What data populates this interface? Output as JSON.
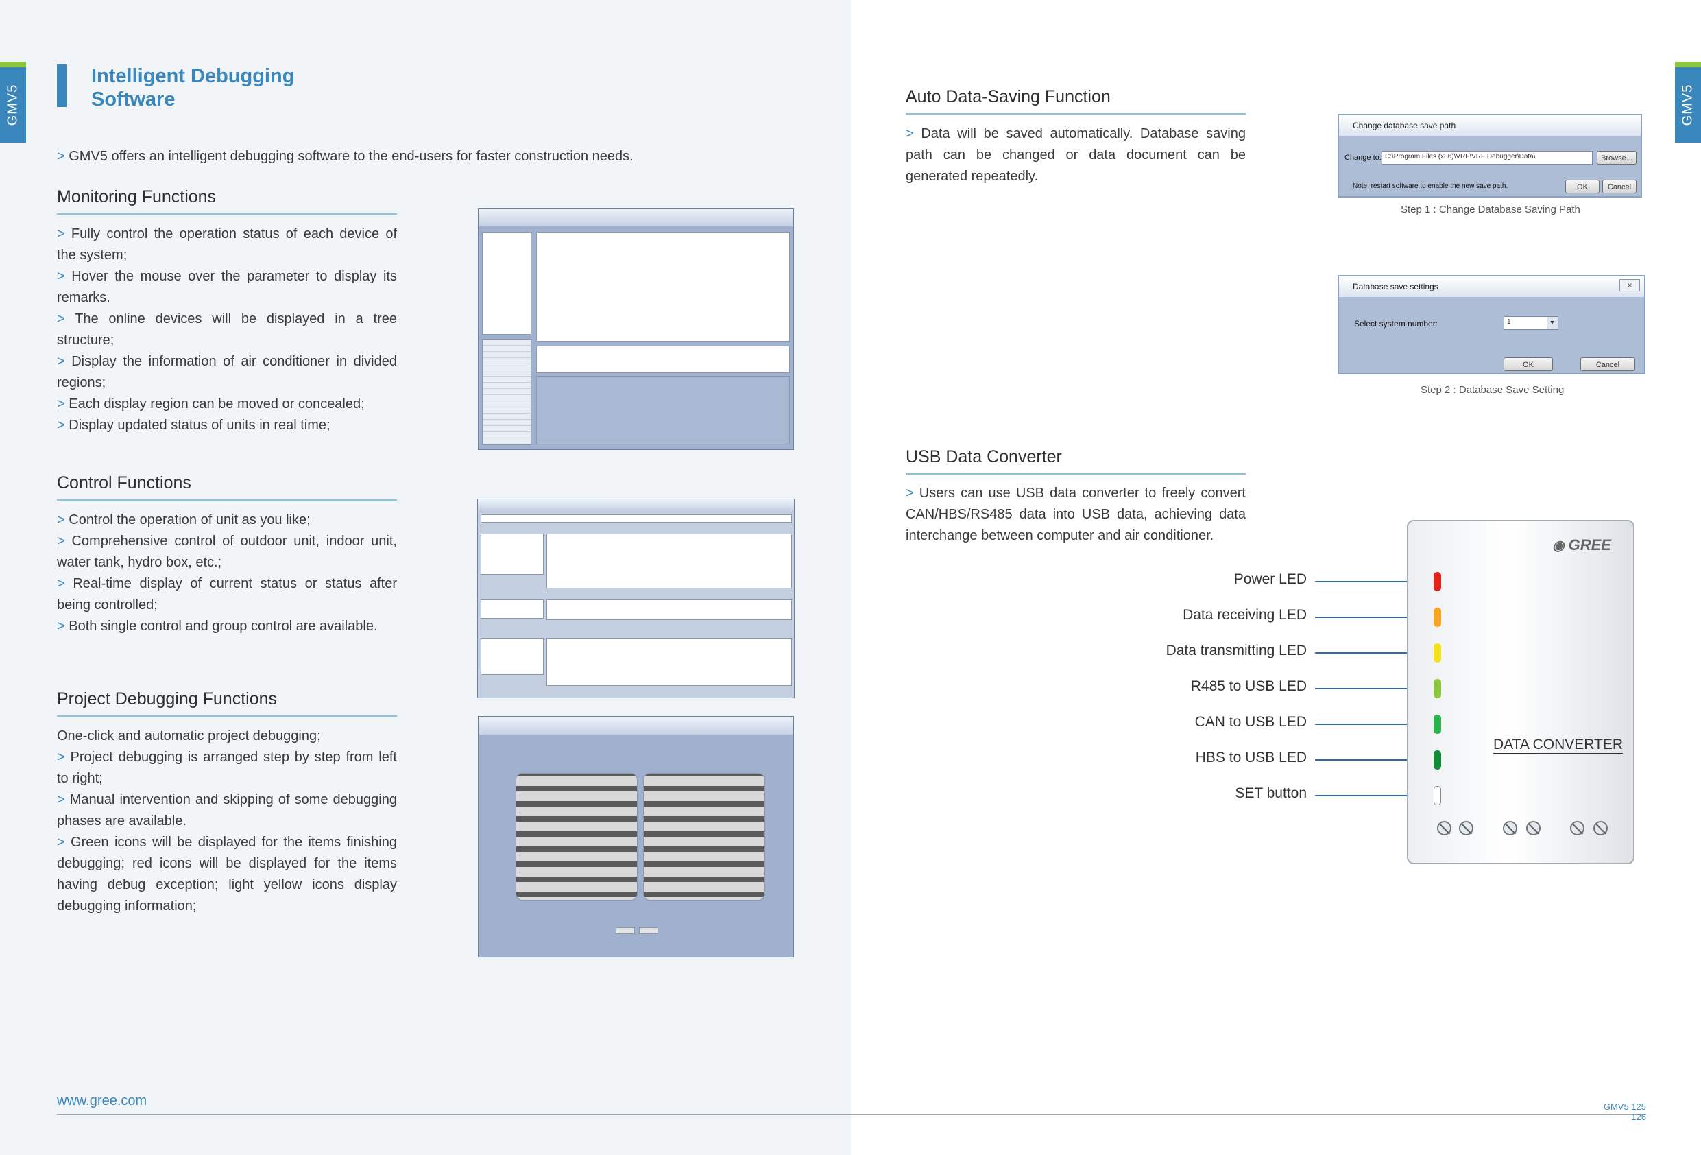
{
  "side_tab": "GMV5",
  "left": {
    "title_line1": "Intelligent Debugging",
    "title_line2": "Software",
    "intro": "GMV5 offers an intelligent debugging software to the end-users for faster construction needs.",
    "monitoring": {
      "title": "Monitoring Functions",
      "bullets": [
        "Fully control the operation status of each device of the system;",
        "Hover the mouse over the parameter to display its remarks.",
        "The online devices will be displayed in a tree structure;",
        "Display the information of air conditioner in divided regions;",
        "Each display region can be moved or concealed;",
        "Display updated status of units in real time;"
      ]
    },
    "control": {
      "title": "Control Functions",
      "bullets": [
        "Control the operation of unit as you like;",
        "Comprehensive control of outdoor unit, indoor unit, water tank, hydro box, etc.;",
        "Real-time display of current status or status after being controlled;",
        "Both single control and group control are available."
      ]
    },
    "project": {
      "title": "Project Debugging Functions",
      "lead": "One-click and automatic project debugging;",
      "bullets": [
        "Project debugging is arranged step by step from left to right;",
        "Manual intervention and skipping of some debugging phases are available.",
        "Green icons will be displayed for the items finishing debugging; red icons will be displayed for the items having debug exception; light yellow icons display debugging information;"
      ]
    },
    "footer_url": "www.gree.com"
  },
  "right": {
    "auto_save": {
      "title": "Auto Data-Saving Function",
      "text": "Data will be saved automatically. Database saving path can be changed or data document can be generated repeatedly."
    },
    "dialog1": {
      "title": "Change database save path",
      "change_to_label": "Change to:",
      "path": "C:\\Program Files (x86)\\VRF\\VRF Debugger\\Data\\",
      "browse": "Browse...",
      "note": "Note: restart software to enable the new save path.",
      "ok": "OK",
      "cancel": "Cancel",
      "caption": "Step 1 :  Change Database Saving Path"
    },
    "dialog2": {
      "title": "Database save settings",
      "select_label": "Select system number:",
      "value": "1",
      "ok": "OK",
      "cancel": "Cancel",
      "caption": "Step 2 :  Database Save Setting"
    },
    "usb": {
      "title": "USB Data Converter",
      "text": "Users can use USB data converter to freely convert CAN/HBS/RS485 data into USB data, achieving data interchange between computer and air conditioner."
    },
    "device": {
      "brand": "GREE",
      "label": "DATA CONVERTER",
      "leds": [
        {
          "label": "Power LED",
          "color": "#e0231b"
        },
        {
          "label": "Data receiving LED",
          "color": "#f5a623"
        },
        {
          "label": "Data transmitting LED",
          "color": "#f2e21b"
        },
        {
          "label": "R485 to USB LED",
          "color": "#8cc63f"
        },
        {
          "label": "CAN to USB LED",
          "color": "#2bb24c"
        },
        {
          "label": "HBS to USB LED",
          "color": "#138a36"
        },
        {
          "label": "SET button",
          "color": "#ffffff"
        }
      ]
    },
    "page_numbers": {
      "left": "GMV5 125",
      "right": "126"
    }
  },
  "colors": {
    "accent": "#3a87be",
    "green_tab": "#8dc63f",
    "rule": "#8ec3df"
  }
}
